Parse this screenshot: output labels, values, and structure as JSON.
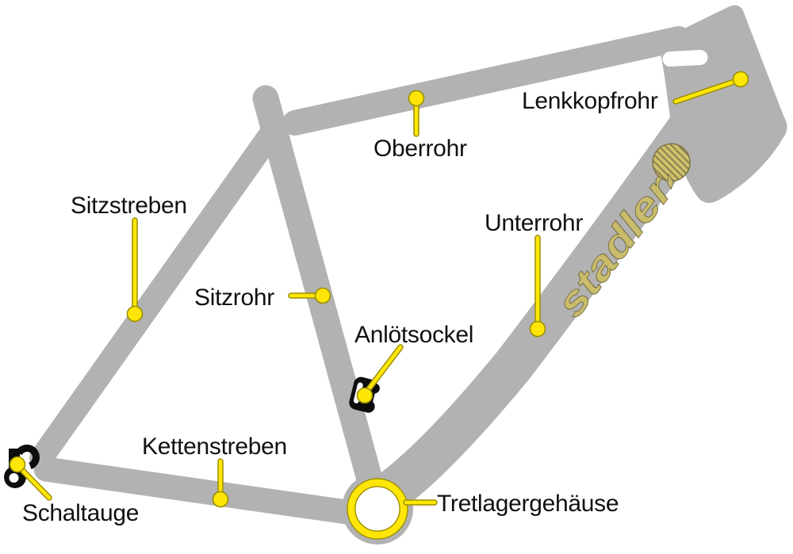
{
  "diagram": {
    "subject": "bicycle-frame-parts",
    "background_color": "#ffffff",
    "frame_color": "#b2b2b2",
    "leader_color": "#ffe608",
    "leader_outline_color": "#9a8f00",
    "hardware_color": "#0d0d0d",
    "label_color": "#111111",
    "logo": {
      "text": "stadler",
      "color": "#c9bd6c",
      "outline": "#7d744a"
    },
    "labels": [
      {
        "id": "oberrohr",
        "text": "Oberrohr"
      },
      {
        "id": "lenkkopfrohr",
        "text": "Lenkkopfrohr"
      },
      {
        "id": "sitzstreben",
        "text": "Sitzstreben"
      },
      {
        "id": "unterrohr",
        "text": "Unterrohr"
      },
      {
        "id": "sitzrohr",
        "text": "Sitzrohr"
      },
      {
        "id": "anloetsockel",
        "text": "Anlötsockel"
      },
      {
        "id": "kettenstreben",
        "text": "Kettenstreben"
      },
      {
        "id": "schaltauge",
        "text": "Schaltauge"
      },
      {
        "id": "tretlagergehaeuse",
        "text": "Tretlagergehäuse"
      }
    ]
  }
}
